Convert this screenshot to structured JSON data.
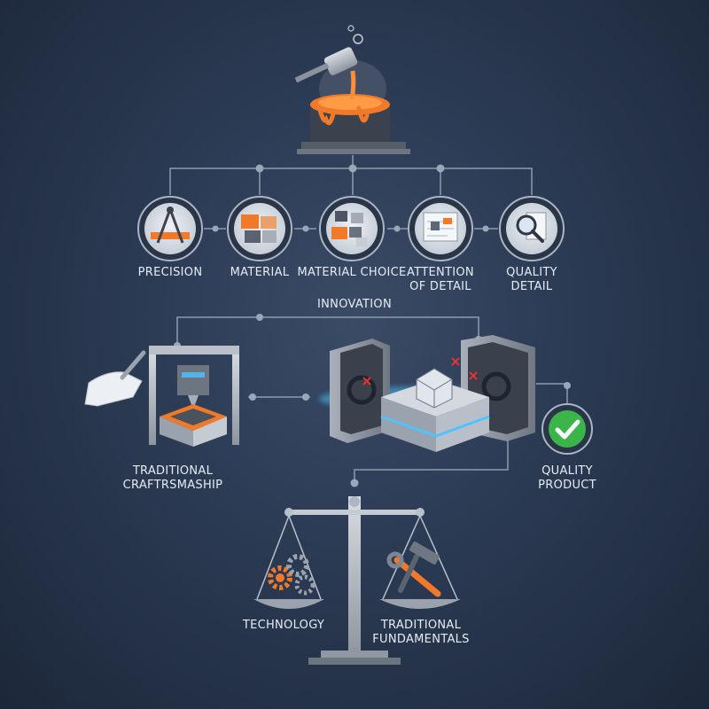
{
  "steps": [
    {
      "id": "precision",
      "label": "PRECISION",
      "icon": "compass-ruler-icon"
    },
    {
      "id": "material",
      "label": "MATERIAL",
      "icon": "material-blocks-icon"
    },
    {
      "id": "material-choice",
      "label": "MATERIAL CHOICE",
      "icon": "material-cubes-icon"
    },
    {
      "id": "attention",
      "label_lines": [
        "ATTENTION",
        "OF DETAIL"
      ],
      "icon": "blueprint-icon"
    },
    {
      "id": "quality-detail",
      "label_lines": [
        "QUALITY",
        "DETAIL"
      ],
      "icon": "magnifier-icon"
    }
  ],
  "innovation": {
    "label": "INNOVATION"
  },
  "craftsmanship": {
    "label_lines": [
      "TRADITIONAL",
      "CRAFTRSMASHIP"
    ],
    "icon": "3d-printer-icon"
  },
  "mold": {
    "icon": "injection-mold-icon"
  },
  "quality_product": {
    "label_lines": [
      "QUALITY",
      "PRODUCT"
    ],
    "icon": "checkmark-icon"
  },
  "balance": {
    "icon": "balance-scale-icon",
    "left": {
      "label": "TECHNOLOGY",
      "icon": "gears-icon"
    },
    "right": {
      "label_lines": [
        "TRADITIONAL",
        "FUNDAMENTALS"
      ],
      "icon": "hammer-wrench-icon"
    }
  },
  "colors": {
    "accent": "#f07a2a",
    "line": "#8d9bb0",
    "glow": "#4fc3ff",
    "check": "#3bb54a"
  }
}
